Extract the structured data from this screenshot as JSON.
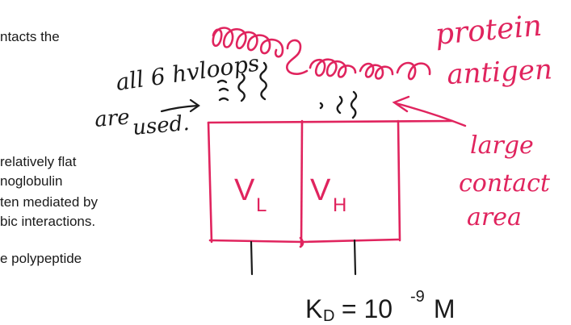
{
  "slide": {
    "text_lines": [
      "ntacts the",
      "relatively flat",
      "noglobulin",
      "ten mediated by",
      "bic interactions.",
      "e polypeptide"
    ]
  },
  "annotations": {
    "loops_note_line1": "all 6 hvloops",
    "loops_note_line2_a": "are",
    "loops_note_line2_b": "used.",
    "protein_label": "protein",
    "antigen_label": "antigen",
    "contact_line1": "large",
    "contact_line2": "contact",
    "contact_line3": "area",
    "vl_label_main": "V",
    "vl_label_sub": "L",
    "vh_label_main": "V",
    "vh_label_sub": "H",
    "kd_label": "K",
    "kd_sub": "D",
    "kd_rest": " = 10",
    "kd_exp": "-9",
    "kd_unit": " M"
  },
  "colors": {
    "ink_black": "#1a1a1a",
    "ink_pink": "#e0245e"
  }
}
